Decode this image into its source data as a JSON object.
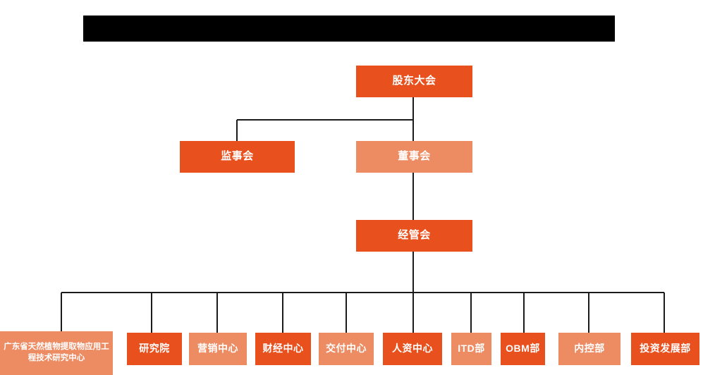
{
  "header": {
    "banner_label": "",
    "banner_color": "#000000"
  },
  "theme": {
    "color_dark": "#e8501d",
    "color_light": "#ed8b63",
    "line_color": "#1a1a1a",
    "text_color": "#ffffff",
    "background": "#ffffff"
  },
  "chart_data": {
    "type": "org-chart",
    "title": "",
    "levels": [
      {
        "name": "shareholders",
        "nodes": [
          {
            "id": "n_gdh",
            "label": "股东大会",
            "tone": "dark"
          }
        ]
      },
      {
        "name": "governance",
        "nodes": [
          {
            "id": "n_jsh",
            "label": "监事会",
            "tone": "dark"
          },
          {
            "id": "n_dsh",
            "label": "董事会",
            "tone": "light"
          }
        ]
      },
      {
        "name": "management",
        "nodes": [
          {
            "id": "n_jgh",
            "label": "经管会",
            "tone": "dark"
          }
        ]
      },
      {
        "name": "departments",
        "nodes": [
          {
            "id": "d_01",
            "label": "广东省天然植物提取物应用工程技术研究中心",
            "tone": "light"
          },
          {
            "id": "d_02",
            "label": "研究院",
            "tone": "dark"
          },
          {
            "id": "d_03",
            "label": "营销中心",
            "tone": "light"
          },
          {
            "id": "d_04",
            "label": "财经中心",
            "tone": "dark"
          },
          {
            "id": "d_05",
            "label": "交付中心",
            "tone": "light"
          },
          {
            "id": "d_06",
            "label": "人资中心",
            "tone": "dark"
          },
          {
            "id": "d_07",
            "label": "ITD部",
            "tone": "light"
          },
          {
            "id": "d_08",
            "label": "OBM部",
            "tone": "dark"
          },
          {
            "id": "d_09",
            "label": "内控部",
            "tone": "light"
          },
          {
            "id": "d_10",
            "label": "投资发展部",
            "tone": "dark"
          }
        ]
      }
    ],
    "edges": [
      {
        "from": "n_gdh",
        "to": "n_jsh"
      },
      {
        "from": "n_gdh",
        "to": "n_dsh"
      },
      {
        "from": "n_dsh",
        "to": "n_jgh"
      },
      {
        "from": "n_jgh",
        "to": "d_01"
      },
      {
        "from": "n_jgh",
        "to": "d_02"
      },
      {
        "from": "n_jgh",
        "to": "d_03"
      },
      {
        "from": "n_jgh",
        "to": "d_04"
      },
      {
        "from": "n_jgh",
        "to": "d_05"
      },
      {
        "from": "n_jgh",
        "to": "d_06"
      },
      {
        "from": "n_jgh",
        "to": "d_07"
      },
      {
        "from": "n_jgh",
        "to": "d_08"
      },
      {
        "from": "n_jgh",
        "to": "d_09"
      },
      {
        "from": "n_jgh",
        "to": "d_10"
      }
    ]
  }
}
